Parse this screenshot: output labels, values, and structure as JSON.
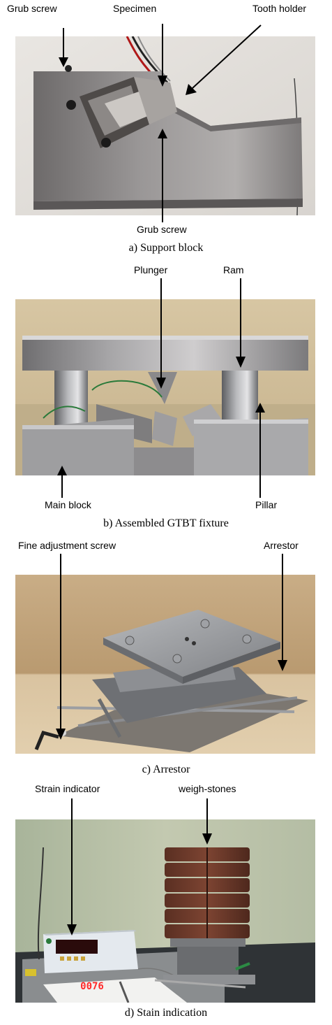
{
  "panels": [
    {
      "caption": "a) Support block",
      "labels": [
        "Grub screw",
        "Specimen",
        "Tooth holder",
        "Grub screw"
      ]
    },
    {
      "caption": "b) Assembled GTBT fixture",
      "labels": [
        "Plunger",
        "Ram",
        "Main block",
        "Pillar"
      ]
    },
    {
      "caption": "c) Arrestor",
      "labels": [
        "Fine adjustment  screw",
        "Arrestor"
      ]
    },
    {
      "caption": "d) Stain indication",
      "labels": [
        "Strain indicator",
        "weigh-stones"
      ],
      "display_value": "0076"
    }
  ]
}
